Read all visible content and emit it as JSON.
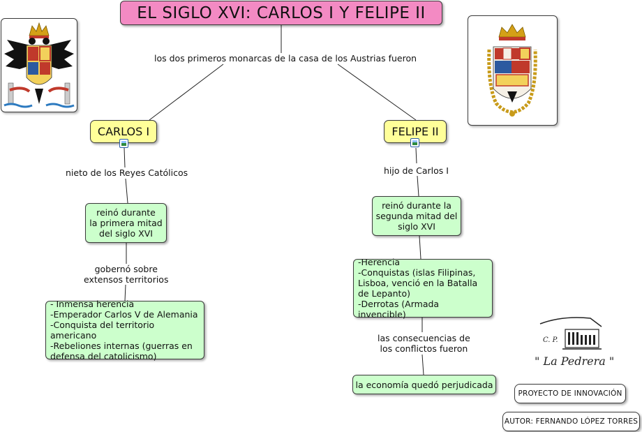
{
  "title": "EL SIGLO XVI: CARLOS I Y FELIPE II",
  "root_link": "los dos primeros monarcas de la casa de los Austrias fueron",
  "carlos": {
    "name": "CARLOS I",
    "link1": "nieto de los Reyes Católicos",
    "reign": "reinó durante\nla primera mitad\ndel siglo XVI",
    "link2": "gobernó sobre\nextensos territorios",
    "facts": "- Inmensa herencia\n-Emperador Carlos V de Alemania\n-Conquista del territorio americano\n-Rebeliones internas (guerras en\ndefensa del catolicismo)"
  },
  "felipe": {
    "name": "FELIPE II",
    "link1": "hijo de Carlos I",
    "reign": "reinó durante la\nsegunda mitad del\nsiglo XVI",
    "facts": "-Herencia\n-Conquistas (islas Filipinas,\nLisboa, venció en la Batalla\nde Lepanto)\n-Derrotas (Armada invencible)",
    "link2": "las consecuencias de\nlos conflictos fueron",
    "result": "la economía quedó perjudicada"
  },
  "logo": {
    "initials": "C. P.",
    "name": "\" La Pedrera \""
  },
  "footer": {
    "project": "PROYECTO DE INNOVACIÓN",
    "author": "AUTOR: FERNANDO LÓPEZ TORRES"
  },
  "colors": {
    "title_bg": "#f38ac3",
    "king_bg": "#ffff99",
    "node_bg": "#ccffcc"
  }
}
